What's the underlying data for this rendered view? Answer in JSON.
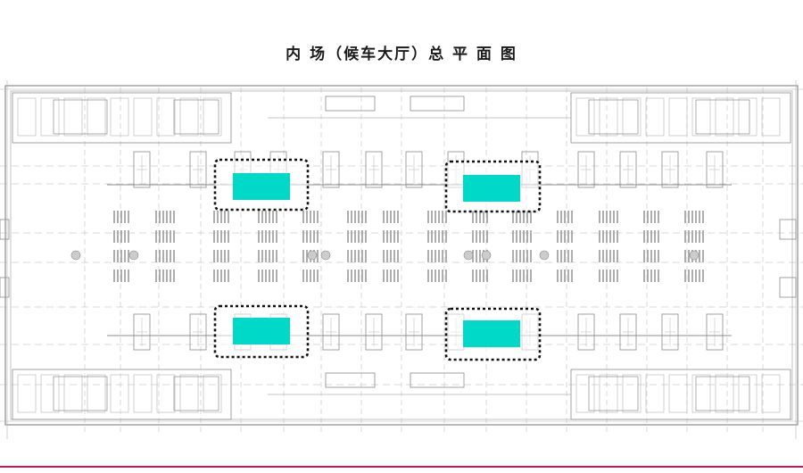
{
  "page": {
    "title": "内 场（候车大厅）总 平 面 图"
  },
  "colors": {
    "accent_fill": "#00d8c8",
    "dash_border": "#111111",
    "linework": "#b4b4b4",
    "linework_dark": "#8c8c8c",
    "bottom_rule": "#c2185b"
  },
  "floor_plan": {
    "highlight_zones": [
      {
        "id": "zone-top-left",
        "row": "top",
        "side": "left"
      },
      {
        "id": "zone-top-right",
        "row": "top",
        "side": "right"
      },
      {
        "id": "zone-bottom-left",
        "row": "bottom",
        "side": "left"
      },
      {
        "id": "zone-bottom-right",
        "row": "bottom",
        "side": "right"
      }
    ]
  }
}
